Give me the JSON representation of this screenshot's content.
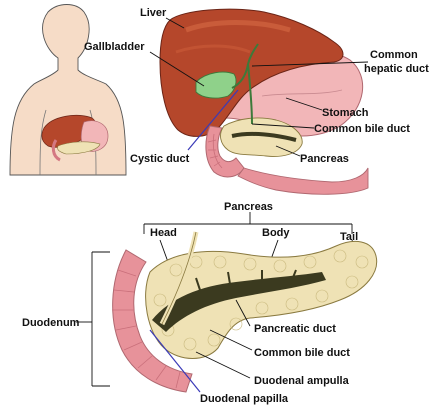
{
  "labels": {
    "liver": "Liver",
    "gallbladder": "Gallbladder",
    "common_hepatic_duct_line1": "Common",
    "common_hepatic_duct_line2": "hepatic duct",
    "stomach": "Stomach",
    "common_bile_duct_top": "Common bile duct",
    "cystic_duct": "Cystic duct",
    "pancreas_top": "Pancreas",
    "pancreas_bracket": "Pancreas",
    "head": "Head",
    "body": "Body",
    "tail": "Tail",
    "duodenum": "Duodenum",
    "pancreatic_duct": "Pancreatic duct",
    "common_bile_duct_bottom": "Common bile duct",
    "duodenal_ampulla": "Duodenal ampulla",
    "duodenal_papilla": "Duodenal papilla"
  },
  "colors": {
    "liver": "#b5472b",
    "liver_highlight": "#d76a45",
    "gallbladder": "#8fd18a",
    "stomach": "#f2b6b8",
    "pancreas": "#efe2b5",
    "pancreas_duct": "#3b3a1f",
    "duodenum": "#e7929a",
    "duodenum_dark": "#c96f7a",
    "skin": "#f6dcc7",
    "pointer_blue": "#3a3ab8"
  }
}
